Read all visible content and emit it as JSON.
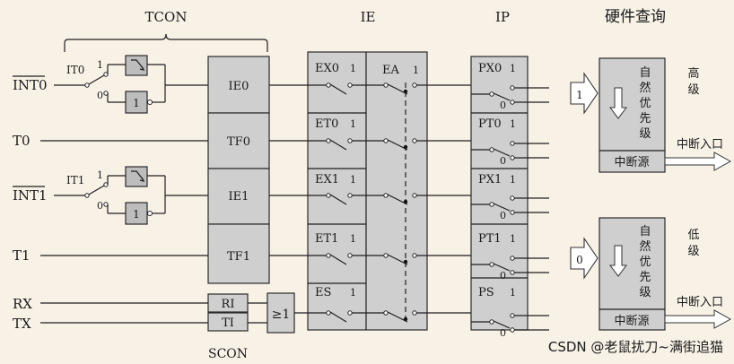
{
  "headers": {
    "tcon": "TCON",
    "ie": "IE",
    "ip": "IP",
    "hw_query": "硬件查询",
    "scon": "SCON"
  },
  "inputs": {
    "int0": "INT0",
    "t0": "T0",
    "int1": "INT1",
    "t1": "T1",
    "rx": "RX",
    "tx": "TX"
  },
  "tcon_bits": [
    "IE0",
    "TF0",
    "IE1",
    "TF1"
  ],
  "scon_bits": [
    "RI",
    "TI"
  ],
  "or_gate": "≥1",
  "it_switches": [
    {
      "label": "IT0",
      "one": "1",
      "zero": "0",
      "not": "1"
    },
    {
      "label": "IT1",
      "one": "1",
      "zero": "0",
      "not": "1"
    }
  ],
  "ie_bits": [
    "EX0",
    "ET0",
    "EX1",
    "ET1",
    "ES"
  ],
  "ea": "EA",
  "ip_bits": [
    "PX0",
    "PT0",
    "PX1",
    "PT1",
    "PS"
  ],
  "bit_one": "1",
  "bit_zero": "0",
  "priority_high": {
    "input": "1",
    "title_chars": [
      "自",
      "然",
      "优",
      "先",
      "级"
    ],
    "source": "中断源",
    "level": [
      "高",
      "级"
    ],
    "output": "中断入口"
  },
  "priority_low": {
    "input": "0",
    "title_chars": [
      "自",
      "然",
      "优",
      "先",
      "级"
    ],
    "source": "中断源",
    "level": [
      "低",
      "级"
    ],
    "output": "中断入口"
  },
  "watermark": "CSDN @老鼠扰刀~满街追猫",
  "colors": {
    "background": "#f8f1e6",
    "box_fill": "#cfcfcf",
    "line": "#1f1f1f",
    "watermark": "#d8c8b8"
  }
}
